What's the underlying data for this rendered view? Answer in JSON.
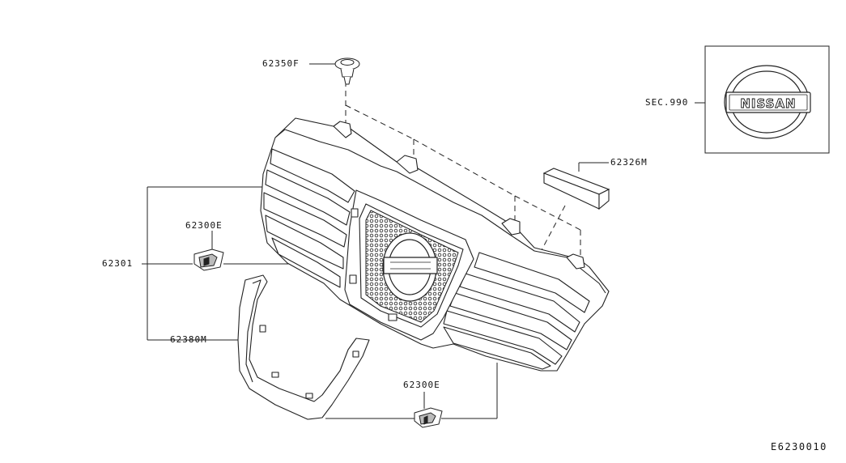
{
  "labels": {
    "p62350F": "62350F",
    "p62326M": "62326M",
    "p62300E_top": "62300E",
    "p62301": "62301",
    "p62380M": "62380M",
    "p62300E_bottom": "62300E",
    "sec990": "SEC.990"
  },
  "emblem_text": "NISSAN",
  "diagram_ref": "E6230010",
  "colors": {
    "line": "#222222",
    "fill": "#ffffff",
    "mesh": "#444444"
  }
}
